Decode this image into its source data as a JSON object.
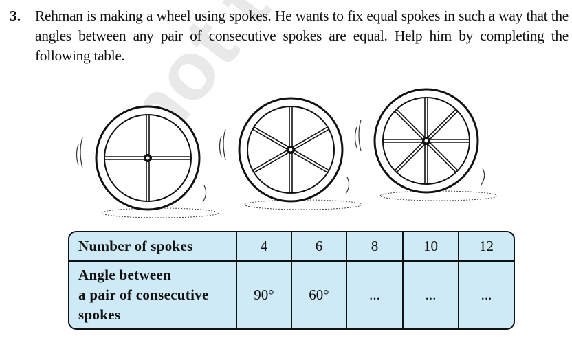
{
  "question": {
    "number": "3.",
    "text": "Rehman is making a wheel using spokes. He wants to fix equal spokes in such a way that the angles between any pair of consecutive spokes are equal. Help him by completing the following table."
  },
  "watermark": "not to be",
  "figure": {
    "wheels": [
      {
        "spokes": 4
      },
      {
        "spokes": 6
      },
      {
        "spokes": 8
      }
    ]
  },
  "table": {
    "row_headers": [
      "Number of spokes",
      "Angle between a pair of consecutive spokes"
    ],
    "angle_header_lines": [
      "Angle between",
      "a pair of consecutive",
      "spokes"
    ],
    "spokes": [
      "4",
      "6",
      "8",
      "10",
      "12"
    ],
    "angles": [
      "90°",
      "60°",
      "...",
      "...",
      "..."
    ],
    "fill_color": "#cdeaf6"
  }
}
